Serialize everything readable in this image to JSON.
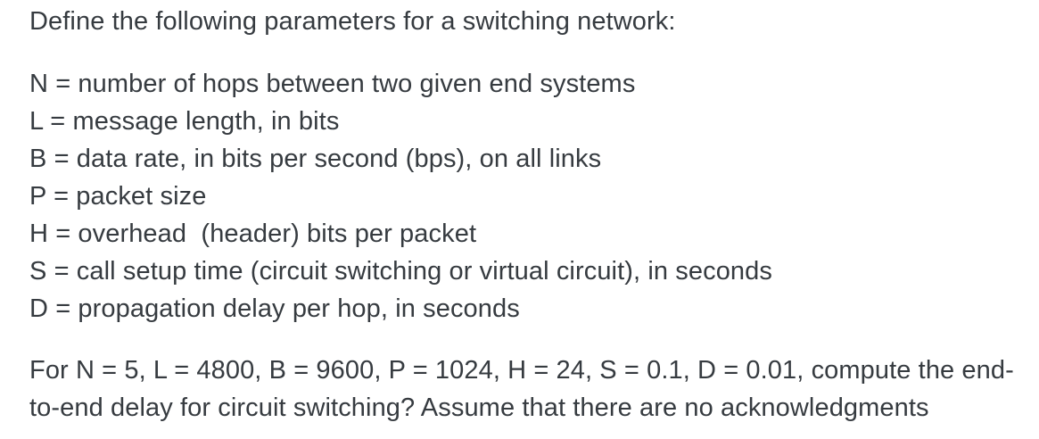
{
  "page": {
    "background": "#ffffff",
    "text_color": "#363b40"
  },
  "problem": {
    "intro": "Define the following parameters for a switching network:",
    "parameters": [
      "N = number of hops between two given end systems",
      "L = message length, in bits",
      "B = data rate, in bits per second (bps), on all links",
      "P = packet size",
      "H = overhead  (header) bits per packet",
      "S = call setup time (circuit switching or virtual circuit), in seconds",
      "D = propagation delay per hop, in seconds"
    ],
    "given_values": {
      "N": "5",
      "L": "4800",
      "B": "9600",
      "P": "1024",
      "H": "24",
      "S": "0.1",
      "D": "0.01"
    },
    "question_lines": [
      "For N = 5, L = 4800, B = 9600, P = 1024, H = 24, S = 0.1, D = 0.01, compute the end-",
      "to-end delay for circuit switching? Assume that there are no acknowledgments"
    ]
  }
}
